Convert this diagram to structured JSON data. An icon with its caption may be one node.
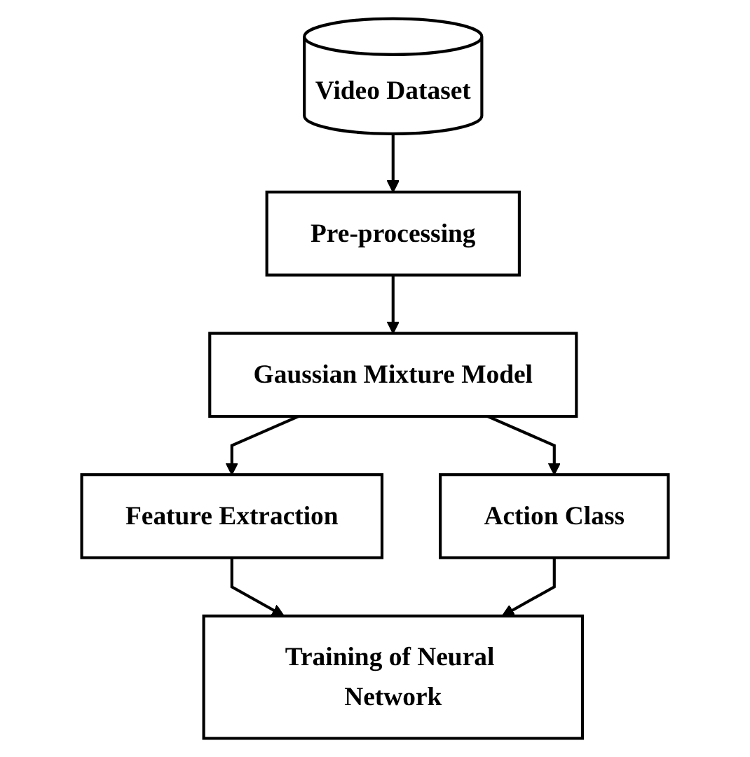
{
  "diagram": {
    "nodes": [
      {
        "text": [
          "Video Dataset"
        ]
      },
      {
        "text": [
          "Pre-processing"
        ]
      },
      {
        "text": [
          "Gaussian Mixture Model"
        ]
      },
      {
        "text": [
          "Feature Extraction"
        ]
      },
      {
        "text": [
          "Action Class"
        ]
      },
      {
        "text": [
          "Training of Neural Network"
        ]
      }
    ],
    "edges": [
      {
        "from": 0,
        "to": 1,
        "arrow": "to"
      },
      {
        "from": 1,
        "to": 2,
        "arrow": "to"
      },
      {
        "from": 2,
        "to": 3,
        "arrow": "to"
      },
      {
        "from": 2,
        "to": 4,
        "arrow": "to"
      },
      {
        "from": 3,
        "to": 5,
        "arrow": "to"
      },
      {
        "from": 4,
        "to": 5,
        "arrow": "to"
      }
    ]
  }
}
